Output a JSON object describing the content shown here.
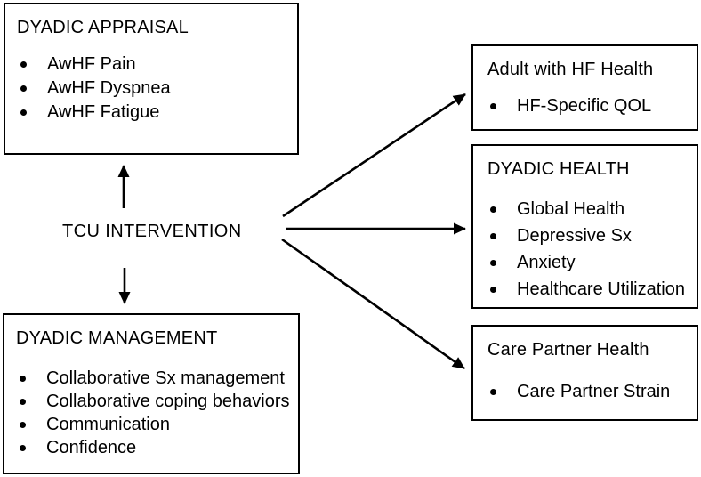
{
  "diagram": {
    "center_label": "TCU INTERVENTION",
    "boxes": {
      "appraisal": {
        "title": "DYADIC APPRAISAL",
        "items": [
          "AwHF Pain",
          "AwHF Dyspnea",
          "AwHF Fatigue"
        ]
      },
      "management": {
        "title": "DYADIC MANAGEMENT",
        "items": [
          "Collaborative Sx management",
          "Collaborative coping behaviors",
          "Communication",
          "Confidence"
        ]
      },
      "adult_hf": {
        "title": "Adult with HF Health",
        "items": [
          "HF-Specific QOL"
        ]
      },
      "dyadic_health": {
        "title": "DYADIC HEALTH",
        "items": [
          "Global Health",
          "Depressive Sx",
          "Anxiety",
          "Healthcare Utilization"
        ]
      },
      "care_partner": {
        "title": "Care Partner Health",
        "items": [
          "Care Partner Strain"
        ]
      }
    },
    "arrows": [
      {
        "from": "TCU INTERVENTION",
        "to": "DYADIC APPRAISAL",
        "bidirectional": false,
        "direction": "up"
      },
      {
        "from": "TCU INTERVENTION",
        "to": "DYADIC MANAGEMENT",
        "bidirectional": false,
        "direction": "down"
      },
      {
        "from": "TCU INTERVENTION",
        "to": "Adult with HF Health",
        "bidirectional": false,
        "direction": "up-right"
      },
      {
        "from": "TCU INTERVENTION",
        "to": "DYADIC HEALTH",
        "bidirectional": false,
        "direction": "right"
      },
      {
        "from": "TCU INTERVENTION",
        "to": "Care Partner Health",
        "bidirectional": false,
        "direction": "down-right"
      }
    ],
    "colors": {
      "background": "#ffffff",
      "line": "#000000",
      "text": "#000000"
    }
  }
}
